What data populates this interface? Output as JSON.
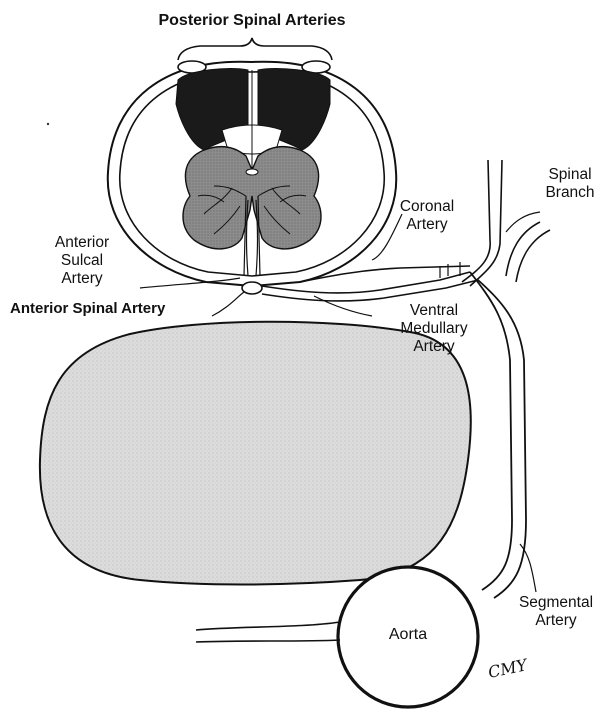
{
  "labels": {
    "posterior_spinal_arteries": "Posterior Spinal Arteries",
    "spinal_branch": [
      "Spinal",
      "Branch"
    ],
    "coronal_artery": [
      "Coronal",
      "Artery"
    ],
    "anterior_sulcal_artery": [
      "Anterior",
      "Sulcal",
      "Artery"
    ],
    "anterior_spinal_artery": "Anterior Spinal Artery",
    "ventral_medullary_artery": [
      "Ventral",
      "Medullary",
      "Artery"
    ],
    "segmental_artery": [
      "Segmental",
      "Artery"
    ],
    "aorta": "Aorta"
  },
  "signature": "CMY",
  "colors": {
    "line": "#111111",
    "gray_matter": "#8a8a8a",
    "posterior_horns": "#1a1a1a",
    "vertebral_body": "#e4e4e4",
    "background": "#ffffff"
  }
}
